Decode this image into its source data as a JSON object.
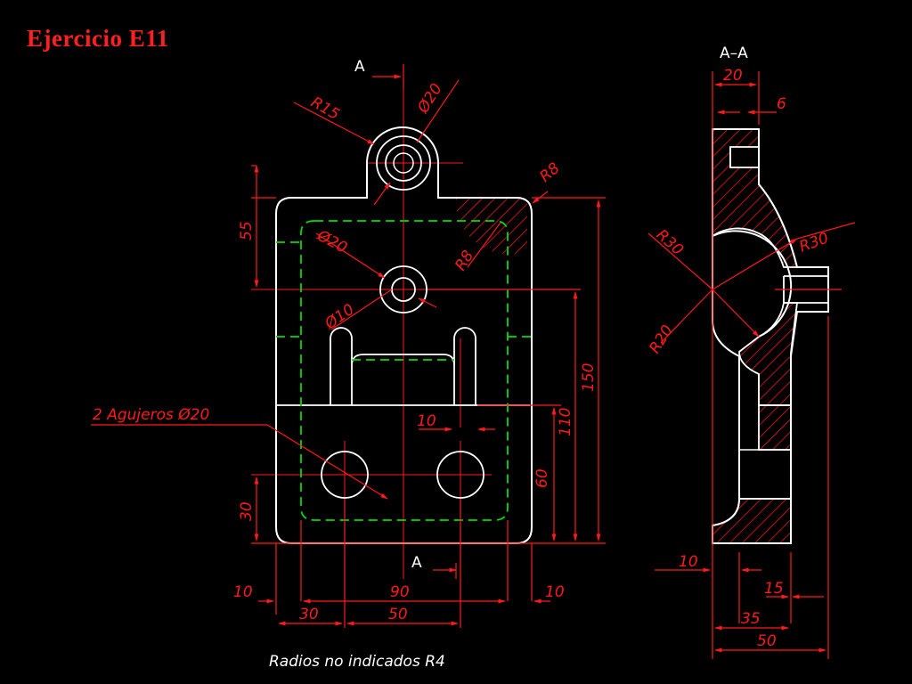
{
  "title": "Ejercicio E11",
  "section_label": "A–A",
  "cut_mark": "A",
  "note": "Radios no indicados R4",
  "holes_label": "2 Agujeros Ø20",
  "front_view": {
    "dims": {
      "r15": "R15",
      "d20_top": "Ø20",
      "r8_top": "R8",
      "r8_side": "R8",
      "d20_center": "Ø20",
      "d10": "Ø10",
      "d55": "55",
      "d150": "150",
      "d110": "110",
      "d60": "60",
      "d10_slot": "10",
      "d30_v": "30",
      "d10_left": "10",
      "d90": "90",
      "d10_right": "10",
      "d30_h": "30",
      "d50_h": "50"
    }
  },
  "section_view": {
    "dims": {
      "d20": "20",
      "d6": "6",
      "r30_left": "R30",
      "r30_right": "R30",
      "r20": "R20",
      "d10": "10",
      "d15": "15",
      "d35": "35",
      "d50": "50"
    }
  },
  "colors": {
    "outline": "#ffffff",
    "dimension": "#ff1a1a",
    "hidden": "#00dd00",
    "background": "#000000"
  }
}
